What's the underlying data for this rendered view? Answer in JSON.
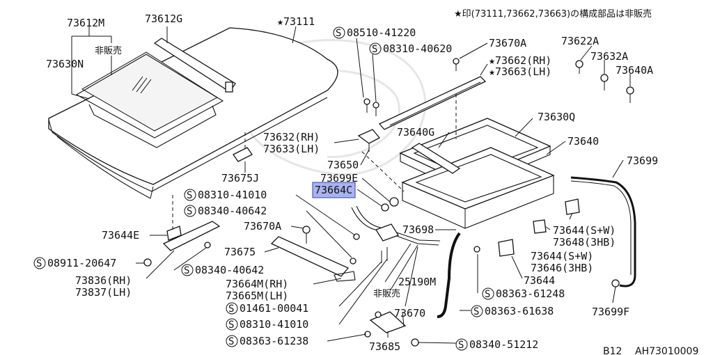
{
  "note": "★印(73111,73662,73663)の構成部品は非販売",
  "footer": {
    "model": "B12",
    "code": "AH73010009"
  },
  "labels": {
    "p73612M": "73612M",
    "p73612G": "73612G",
    "p73111": "★73111",
    "hihanbai1": "非販売",
    "p73630N": "73630N",
    "s08510_41220": "08510-41220",
    "s08310_40620": "08310-40620",
    "p73670A_top": "73670A",
    "p73662": "★73662(RH)",
    "p73663": "★73663(LH)",
    "p73622A": "73622A",
    "p73632A": "73632A",
    "p73640A": "73640A",
    "p73632": "73632(RH)",
    "p73633": "73633(LH)",
    "p73640G": "73640G",
    "p73630Q": "73630Q",
    "p73640": "73640",
    "p73699": "73699",
    "p73675J": "73675J",
    "p73650": "73650",
    "p73699E": "73699E",
    "p73664C": "73664C",
    "s08310_41010a": "08310-41010",
    "s08340_40642a": "08340-40642",
    "p73670A_mid": "73670A",
    "p73698": "73698",
    "p73644E": "73644E",
    "p73675": "73675",
    "s08911_20647": "08911-20647",
    "s08340_40642b": "08340-40642",
    "p73836": "73836(RH)",
    "p73837": "73837(LH)",
    "p73664M": "73664M(RH)",
    "p73665M": "73665M(LH)",
    "p25190M": "25190M",
    "hihanbai2": "非販売",
    "s01461_00041": "01461-00041",
    "p73670": "73670",
    "s08310_41010b": "08310-41010",
    "s08363_61238": "08363-61238",
    "p73685": "73685",
    "s08340_51212": "08340-51212",
    "s08363_61638": "08363-61638",
    "s08363_61248": "08363-61248",
    "p73644": "73644",
    "p73644_sw1": "73644(S+W)",
    "p73648": "73648(3HB)",
    "p73644_sw2": "73644(S+W)",
    "p73646": "73646(3HB)",
    "p73699F": "73699F"
  },
  "screw_prefix": "S",
  "highlight_color": "#a9b3f0"
}
